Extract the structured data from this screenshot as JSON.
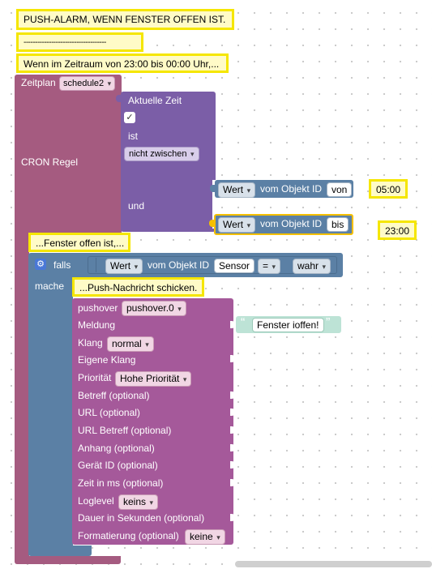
{
  "comments": {
    "title": "PUSH-ALARM, WENN FENSTER OFFEN IST.",
    "divider": "------------------------------------",
    "timerange": "Wenn im Zeitraum von 23:00 bis 00:00 Uhr,...",
    "window_open": "...Fenster offen ist,...",
    "push": "...Push-Nachricht schicken.",
    "from_time": "05:00",
    "to_time": "23:00"
  },
  "schedule": {
    "label": "Zeitplan",
    "name": "schedule2",
    "cron_label": "CRON Regel"
  },
  "time_block": {
    "title": "Aktuelle Zeit",
    "checkmark": "✓",
    "is_label": "ist",
    "operator": "nicht zwischen",
    "and_label": "und"
  },
  "object_von": {
    "value": "Wert",
    "label": "vom Objekt ID",
    "id": "von"
  },
  "object_bis": {
    "value": "Wert",
    "label": "vom Objekt ID",
    "id": "bis"
  },
  "condition": {
    "if_label": "falls",
    "do_label": "mache",
    "value": "Wert",
    "label": "vom Objekt ID",
    "id": "Sensor",
    "operator": "=",
    "compare": "wahr"
  },
  "pushover": {
    "label": "pushover",
    "instance": "pushover.0",
    "message_label": "Meldung",
    "message_open_quote": "“",
    "message_text": "Fenster ioffen!",
    "message_close_quote": "”",
    "sound_label": "Klang",
    "sound_value": "normal",
    "custom_sound_label": "Eigene Klang",
    "priority_label": "Priorität",
    "priority_value": "Hohe Priorität",
    "subject_label": "Betreff (optional)",
    "url_label": "URL (optional)",
    "url_subject_label": "URL Betreff (optional)",
    "attachment_label": "Anhang (optional)",
    "device_label": "Gerät ID (optional)",
    "time_label": "Zeit in ms (optional)",
    "loglevel_label": "Loglevel",
    "loglevel_value": "keins",
    "duration_label": "Dauer in Sekunden (optional)",
    "format_label": "Formatierung (optional)",
    "format_value": "keine"
  },
  "colors": {
    "schedule": "#a55b80",
    "time": "#7b5ea7",
    "object": "#5b80a5",
    "pushover": "#a5599a",
    "text": "#bde3d6",
    "comment_bg": "#fffbc7",
    "comment_border": "#f5e600"
  }
}
